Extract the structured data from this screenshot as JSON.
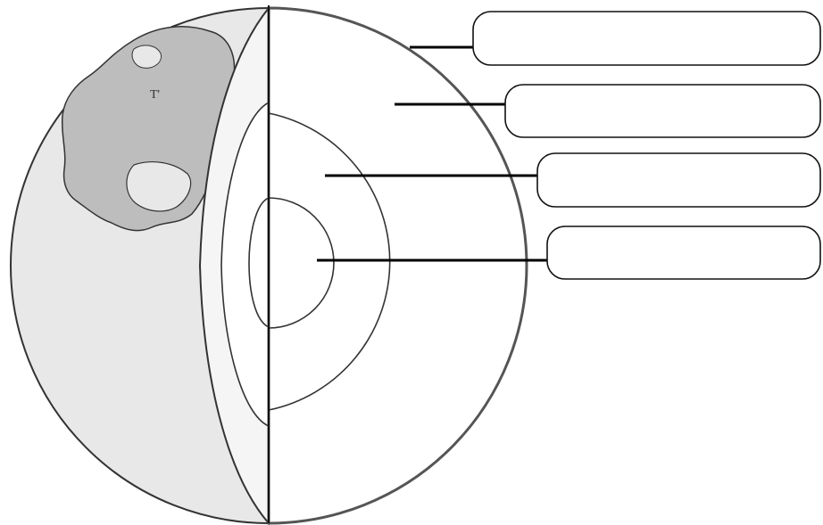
{
  "diagram": {
    "subject": "earth-interior-cutaway",
    "colors": {
      "background": "#ffffff",
      "ocean": "#e8e8e8",
      "land": "#bdbdbd",
      "outline": "#333333",
      "crust_cut_face": "#f5f5f5",
      "interior": "#ffffff"
    },
    "layers": [
      {
        "key": "crust",
        "label": ""
      },
      {
        "key": "mantle",
        "label": ""
      },
      {
        "key": "outer_core",
        "label": ""
      },
      {
        "key": "inner_core",
        "label": ""
      }
    ]
  }
}
